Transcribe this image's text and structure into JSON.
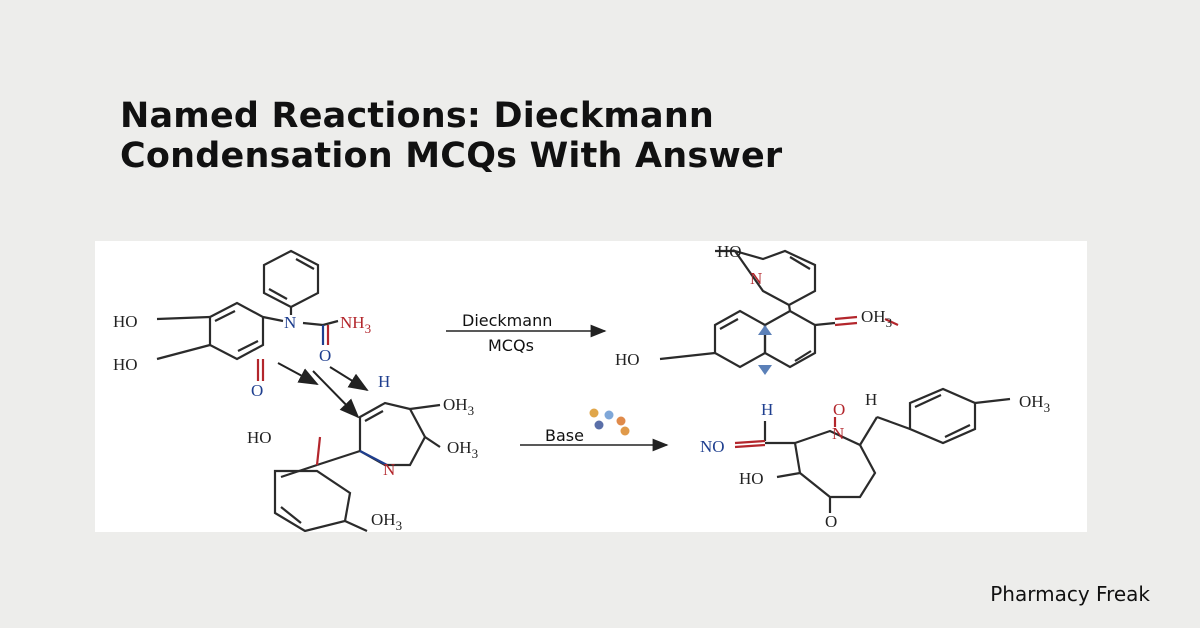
{
  "title": {
    "line1": "Named Reactions: Dieckmann",
    "line2": "Condensation MCQs With Answer"
  },
  "figure": {
    "arrow1_top": "Dieckmann",
    "arrow1_bottom": "MCQs",
    "arrow2_top": "Base",
    "labels": {
      "ho_a": "HO",
      "ho_b": "HO",
      "nh3": "NH3",
      "n_a": "N",
      "o_a": "O",
      "o_b": "O",
      "h_a": "H",
      "oh3_a": "OH3",
      "ho_c": "HO",
      "oh3_b": "OH3",
      "n_b": "N",
      "oh3_c": "OH3",
      "ho_d": "HO",
      "n_c": "N",
      "oh3_d": "OH3",
      "ho_e": "HO",
      "h_b": "H",
      "no": "NO",
      "h_c": "H",
      "n_d": "N",
      "o_c": "O",
      "oh3_e": "OH3",
      "ho_f": "HO",
      "o_d": "O"
    }
  },
  "brand": "Pharmacy Freak",
  "colors": {
    "background": "#ededeb",
    "panel": "#ffffff",
    "heteroRed": "#b3262c",
    "heteroBlue": "#1f3f8f"
  }
}
